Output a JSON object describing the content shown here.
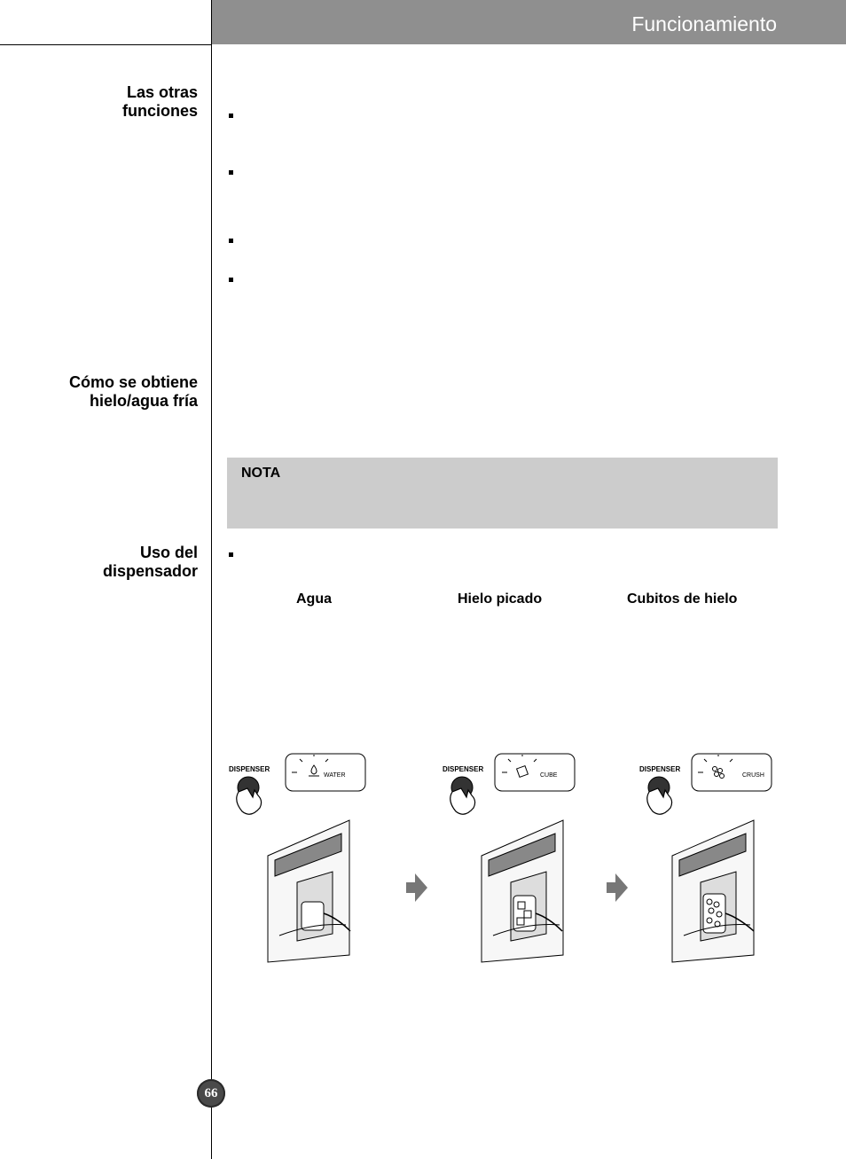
{
  "header": {
    "title": "Funcionamiento"
  },
  "sections": {
    "otras_funciones": {
      "line1": "Las otras",
      "line2": "funciones"
    },
    "hielo_agua": {
      "line1": "Cómo se obtiene",
      "line2": "hielo/agua fría"
    },
    "uso_dispensador": {
      "line1": "Uso del",
      "line2": "dispensador"
    }
  },
  "note": {
    "label": "NOTA"
  },
  "columns": [
    {
      "label": "Agua",
      "button_label": "DISPENSER",
      "mode_label": "WATER",
      "icon": "water-drop-icon"
    },
    {
      "label": "Hielo picado",
      "button_label": "DISPENSER",
      "mode_label": "CUBE",
      "icon": "ice-cube-icon"
    },
    {
      "label": "Cubitos de hielo",
      "button_label": "DISPENSER",
      "mode_label": "CRUSH",
      "icon": "crushed-ice-icon"
    }
  ],
  "page": {
    "number": "66"
  },
  "colors": {
    "header_bg": "#8f8f8f",
    "note_bg": "#cccccc",
    "page_badge": "#4a4a4a"
  }
}
